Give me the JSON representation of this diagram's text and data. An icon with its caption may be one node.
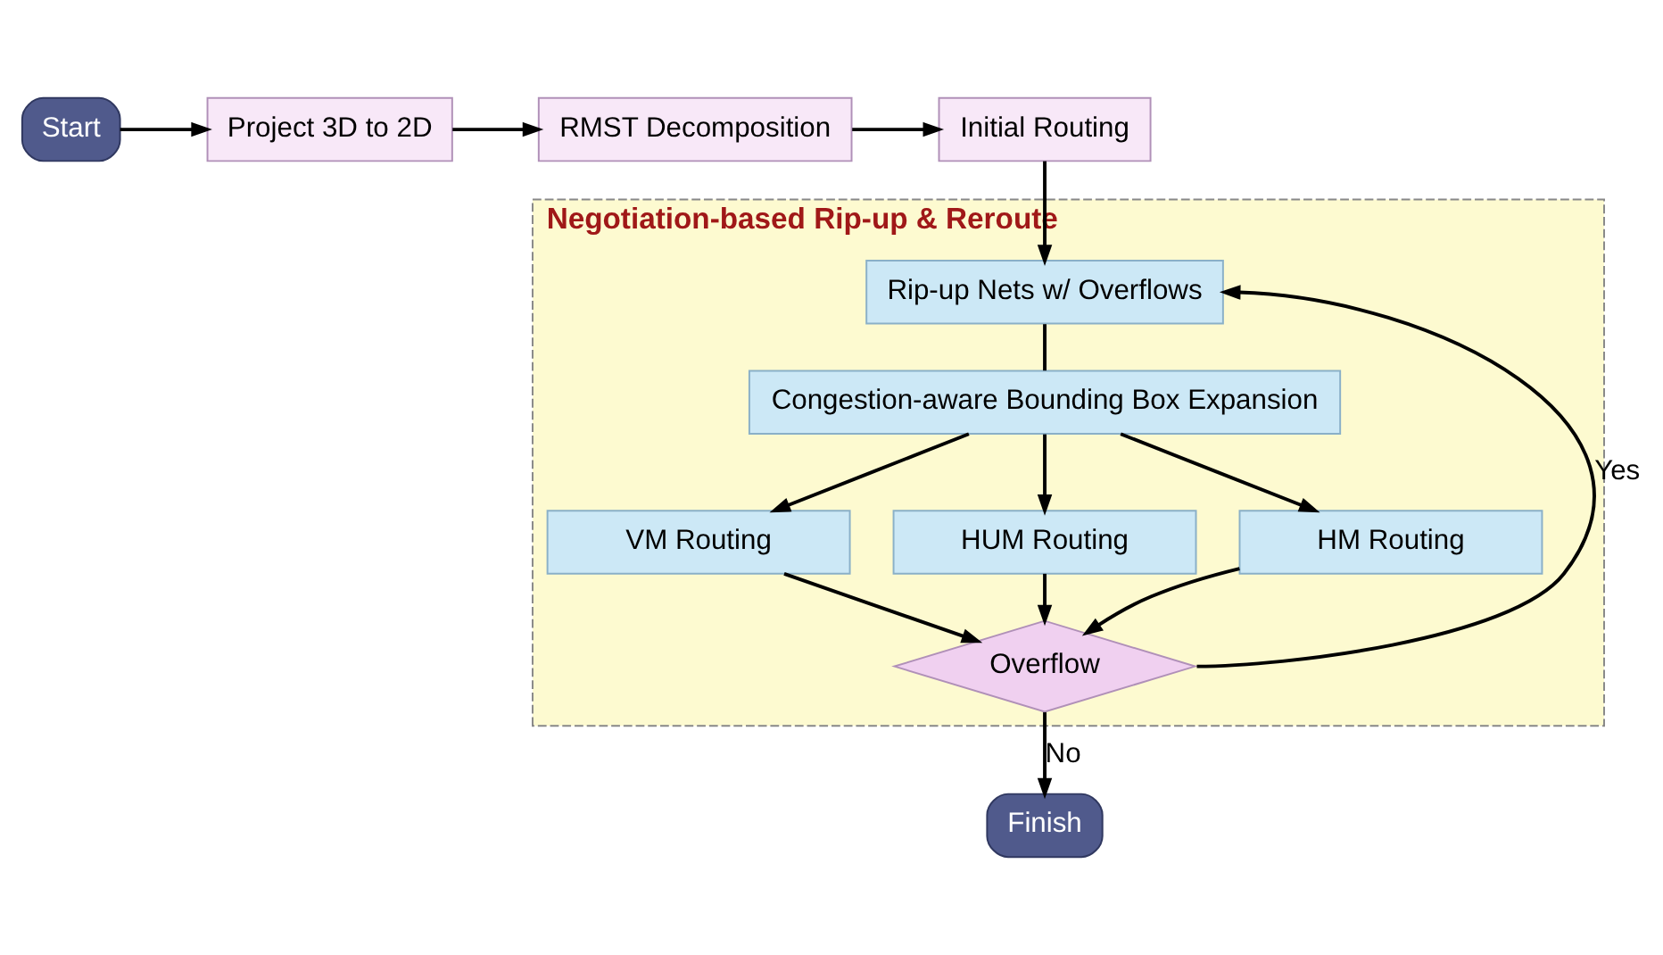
{
  "diagram": {
    "nodes": [
      {
        "text": [
          "Start"
        ]
      },
      {
        "text": [
          "Project 3D to 2D"
        ]
      },
      {
        "text": [
          "RMST Decomposition"
        ]
      },
      {
        "text": [
          "Initial Routing"
        ]
      },
      {
        "text": [
          "Negotiation-based Rip-up & Reroute"
        ]
      },
      {
        "text": [
          "Rip-up Nets w/ Overflows"
        ],
        "in": 4
      },
      {
        "text": [
          "Congestion-aware Bounding Box Expansion"
        ],
        "in": 4
      },
      {
        "text": [
          "VM Routing"
        ],
        "in": 4
      },
      {
        "text": [
          "HUM Routing"
        ],
        "in": 4
      },
      {
        "text": [
          "HM Routing"
        ],
        "in": 4
      },
      {
        "text": [
          "Overflow"
        ],
        "in": 4
      },
      {
        "text": [
          "Finish"
        ]
      }
    ],
    "edges": [
      {
        "from": 0,
        "to": 1,
        "arrow": "to"
      },
      {
        "from": 1,
        "to": 2,
        "arrow": "to"
      },
      {
        "from": 2,
        "to": 3,
        "arrow": "to"
      },
      {
        "from": 3,
        "to": 5,
        "arrow": "to"
      },
      {
        "from": 5,
        "to": 6,
        "arrow": "none"
      },
      {
        "from": 6,
        "to": 7,
        "arrow": "to"
      },
      {
        "from": 6,
        "to": 8,
        "arrow": "to"
      },
      {
        "from": 6,
        "to": 9,
        "arrow": "to"
      },
      {
        "from": 7,
        "to": 10,
        "arrow": "to"
      },
      {
        "from": 8,
        "to": 10,
        "arrow": "to"
      },
      {
        "from": 9,
        "to": 10,
        "arrow": "to"
      },
      {
        "from": 10,
        "to": 5,
        "arrow": "to",
        "label": "Yes"
      },
      {
        "from": 10,
        "to": 11,
        "arrow": "to",
        "label": "No"
      }
    ]
  }
}
